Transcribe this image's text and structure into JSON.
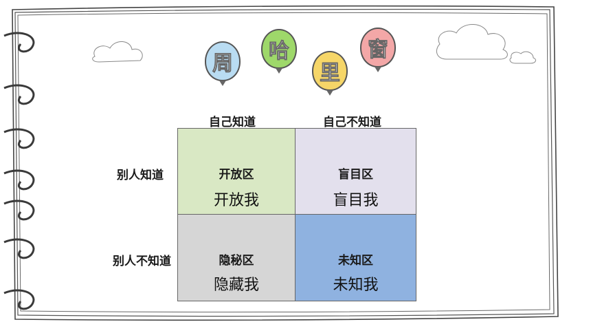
{
  "title_balloons": [
    {
      "char": "周",
      "color": "#b9dcf2"
    },
    {
      "char": "哈",
      "color": "#9ed86a"
    },
    {
      "char": "里",
      "color": "#f6d668"
    },
    {
      "char": "窗",
      "color": "#f3a7a7"
    }
  ],
  "johari": {
    "col_headers": [
      "自己知道",
      "自己不知道"
    ],
    "row_headers": [
      "别人知道",
      "别人不知道"
    ],
    "quadrants": [
      {
        "title": "开放区",
        "subtitle": "开放我",
        "color": "#d9e8c4"
      },
      {
        "title": "盲目区",
        "subtitle": "盲目我",
        "color": "#e3e0ed"
      },
      {
        "title": "隐秘区",
        "subtitle": "隐藏我",
        "color": "#d6d6d6"
      },
      {
        "title": "未知区",
        "subtitle": "未知我",
        "color": "#8fb2e0"
      }
    ]
  },
  "colors": {
    "frame_line": "#555555",
    "ring": "#3a3a3a"
  }
}
